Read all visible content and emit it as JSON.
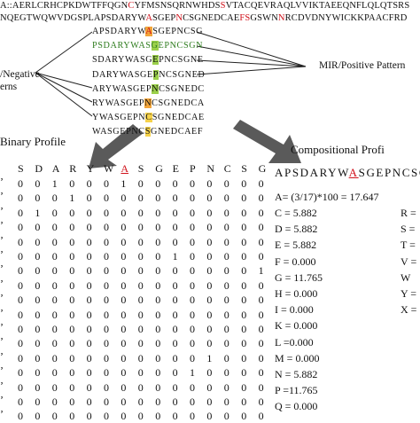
{
  "sequence": {
    "line1_prefix": "A::AERLCRHCPKDWTFFQGN",
    "line1_red1": "C",
    "line1_mid": "YFMSNSQRNWHDS",
    "line1_red2": "S",
    "line1_suffix": "VTACQEVRAQLVVIKTAEEQNFLQLQTSRS",
    "line2_prefix": "NQEGTWQWVDGSPLAPSDARYW",
    "line2_red1": "A",
    "line2_mid1": "SGEP",
    "line2_red2": "N",
    "line2_mid2": "CSGNEDCAE",
    "line2_red3": "FS",
    "line2_mid3": "GSWN",
    "line2_red4": "N",
    "line2_suffix": "RCDVDNYWICKKPAACFRD"
  },
  "fragments": [
    {
      "pre": "APSDARYW",
      "hl": "A",
      "post": "SGEPNCSG",
      "hl_color": "orange"
    },
    {
      "pre": "PSDARYWAS",
      "hl": "G",
      "post": "EPNCSGN",
      "hl_color": "green"
    },
    {
      "pre": "SDARYWASG",
      "hl": "E",
      "post": "PNCSGNE",
      "hl_color": "green"
    },
    {
      "pre": "DARYWASGE",
      "hl": "P",
      "post": "NCSGNED",
      "hl_color": "green"
    },
    {
      "pre": "ARYWASGEP",
      "hl": "N",
      "post": "CSGNEDC",
      "hl_color": "green"
    },
    {
      "pre": "RYWASGEP",
      "hl": "N",
      "post": "CSGNEDCA",
      "hl_color": "orange"
    },
    {
      "pre": "YWASGEPN",
      "hl": "C",
      "post": "SGNEDCAE",
      "hl_color": "yellow"
    },
    {
      "pre": "WASGEPNC",
      "hl": "S",
      "post": "GNEDCAEF",
      "hl_color": "yellow"
    }
  ],
  "labels": {
    "negative_line1": "/Negative",
    "negative_line2": "erns",
    "positive": "MIR/Positive Pattern"
  },
  "binary_profile": {
    "title": "Binary Profile",
    "headers": [
      "S",
      "D",
      "A",
      "R",
      "Y",
      "W",
      "A",
      "S",
      "G",
      "E",
      "P",
      "N",
      "C",
      "S",
      "G"
    ],
    "highlight_header_index": 6,
    "rows": [
      [
        0,
        0,
        1,
        0,
        0,
        0,
        1,
        0,
        0,
        0,
        0,
        0,
        0,
        0,
        0
      ],
      [
        0,
        0,
        0,
        1,
        0,
        0,
        0,
        0,
        0,
        0,
        0,
        0,
        0,
        0,
        0
      ],
      [
        0,
        1,
        0,
        0,
        0,
        0,
        0,
        0,
        0,
        0,
        0,
        0,
        0,
        0,
        0
      ],
      [
        0,
        0,
        0,
        0,
        0,
        0,
        0,
        0,
        0,
        0,
        0,
        0,
        0,
        0,
        0
      ],
      [
        0,
        0,
        0,
        0,
        0,
        0,
        0,
        0,
        0,
        0,
        0,
        0,
        0,
        0,
        0
      ],
      [
        0,
        0,
        0,
        0,
        0,
        0,
        0,
        0,
        0,
        1,
        0,
        0,
        0,
        0,
        0
      ],
      [
        0,
        0,
        0,
        0,
        0,
        0,
        0,
        0,
        0,
        0,
        0,
        0,
        0,
        0,
        1
      ],
      [
        0,
        0,
        0,
        0,
        0,
        0,
        0,
        0,
        0,
        0,
        0,
        0,
        0,
        0,
        0
      ],
      [
        0,
        0,
        0,
        0,
        0,
        0,
        0,
        0,
        0,
        0,
        0,
        0,
        0,
        0,
        0
      ],
      [
        0,
        0,
        0,
        0,
        0,
        0,
        0,
        0,
        0,
        0,
        0,
        0,
        0,
        0,
        0
      ],
      [
        0,
        0,
        0,
        0,
        0,
        0,
        0,
        0,
        0,
        0,
        0,
        0,
        0,
        0,
        0
      ],
      [
        0,
        0,
        0,
        0,
        0,
        0,
        0,
        0,
        0,
        0,
        0,
        0,
        0,
        0,
        0
      ],
      [
        0,
        0,
        0,
        0,
        0,
        0,
        0,
        0,
        0,
        0,
        0,
        1,
        0,
        0,
        0
      ],
      [
        0,
        0,
        0,
        0,
        0,
        0,
        0,
        0,
        0,
        0,
        1,
        0,
        0,
        0,
        0
      ],
      [
        0,
        0,
        0,
        0,
        0,
        0,
        0,
        0,
        0,
        0,
        0,
        0,
        0,
        0,
        0
      ],
      [
        0,
        0,
        0,
        0,
        0,
        0,
        0,
        0,
        0,
        0,
        0,
        0,
        0,
        0,
        0
      ],
      [
        0,
        0,
        0,
        0,
        0,
        0,
        0,
        0,
        0,
        0,
        0,
        0,
        0,
        0,
        0
      ]
    ]
  },
  "compositional_profile": {
    "title": "Compositional Profi",
    "seq_pre": "APSDARYW",
    "seq_hl": "A",
    "seq_post": "SGEPNCSG",
    "formula": "A= (3/17)*100 = 17.647",
    "left_values": [
      "C = 5.882",
      "D = 5.882",
      "E = 5.882",
      "F = 0.000",
      "G = 11.765",
      "H = 0.000",
      "I = 0.000",
      "K = 0.000",
      "L =0.000",
      "M = 0.000",
      "N = 5.882",
      "P =11.765",
      "Q = 0.000"
    ],
    "right_values": [
      "R =",
      "S =",
      "T =",
      "V =",
      "W",
      "Y =",
      "X ="
    ]
  },
  "colors": {
    "red": "#d0121b",
    "arrow": "#5a5a5a"
  }
}
